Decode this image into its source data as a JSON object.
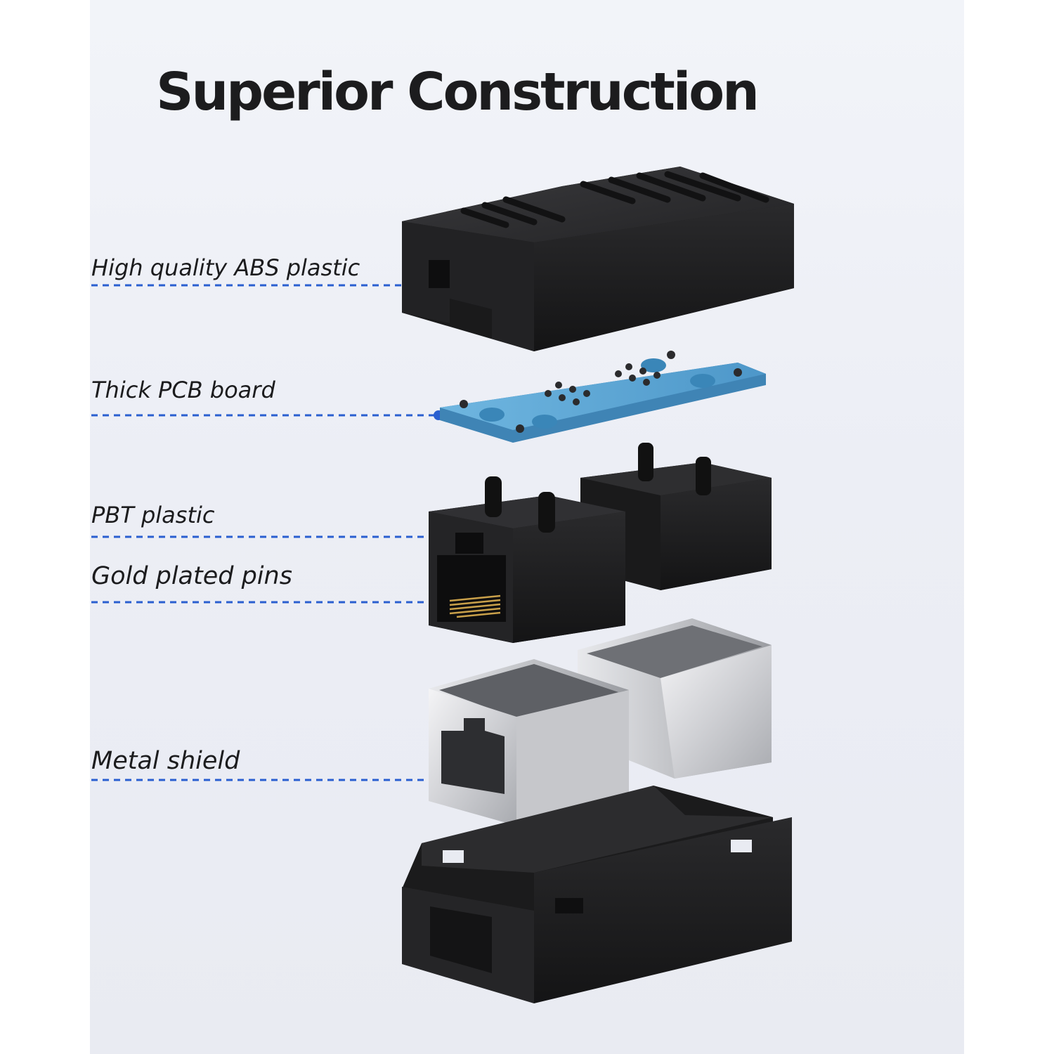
{
  "title": "Superior Construction",
  "callouts": [
    {
      "label": "High quality ABS plastic"
    },
    {
      "label": "Thick PCB board"
    },
    {
      "label": "PBT plastic"
    },
    {
      "label": "Gold plated pins"
    },
    {
      "label": "Metal shield"
    }
  ],
  "colors": {
    "callout_line": "#2a5fd0",
    "abs_shell": "#1d1d1f",
    "pcb": "#5aa6d6",
    "metal": "#d9dadd"
  }
}
